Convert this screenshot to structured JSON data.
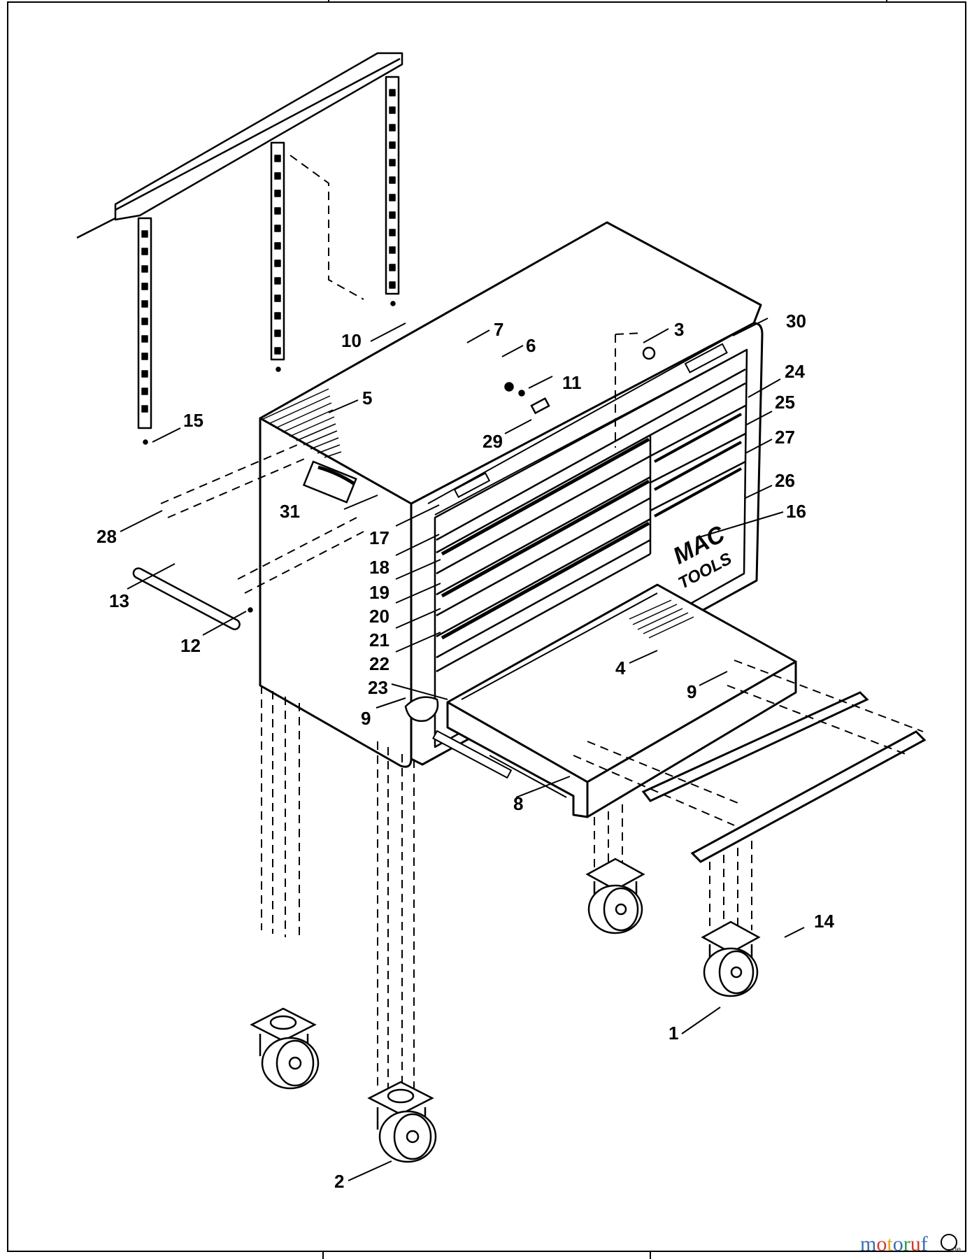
{
  "diagram": {
    "callouts": [
      {
        "id": "1",
        "label": "1"
      },
      {
        "id": "2",
        "label": "2"
      },
      {
        "id": "3",
        "label": "3"
      },
      {
        "id": "4",
        "label": "4"
      },
      {
        "id": "5",
        "label": "5"
      },
      {
        "id": "6",
        "label": "6"
      },
      {
        "id": "7",
        "label": "7"
      },
      {
        "id": "8",
        "label": "8"
      },
      {
        "id": "9a",
        "label": "9"
      },
      {
        "id": "9b",
        "label": "9"
      },
      {
        "id": "10",
        "label": "10"
      },
      {
        "id": "11",
        "label": "11"
      },
      {
        "id": "12",
        "label": "12"
      },
      {
        "id": "13",
        "label": "13"
      },
      {
        "id": "14",
        "label": "14"
      },
      {
        "id": "15",
        "label": "15"
      },
      {
        "id": "16",
        "label": "16"
      },
      {
        "id": "17",
        "label": "17"
      },
      {
        "id": "18",
        "label": "18"
      },
      {
        "id": "19",
        "label": "19"
      },
      {
        "id": "20",
        "label": "20"
      },
      {
        "id": "21",
        "label": "21"
      },
      {
        "id": "22",
        "label": "22"
      },
      {
        "id": "23",
        "label": "23"
      },
      {
        "id": "24",
        "label": "24"
      },
      {
        "id": "25",
        "label": "25"
      },
      {
        "id": "26",
        "label": "26"
      },
      {
        "id": "27",
        "label": "27"
      },
      {
        "id": "28",
        "label": "28"
      },
      {
        "id": "29",
        "label": "29"
      },
      {
        "id": "30",
        "label": "30"
      },
      {
        "id": "31",
        "label": "31"
      }
    ],
    "logo": {
      "line1": "MAC",
      "line2": "TOOLS"
    }
  },
  "watermark": {
    "text": "motoruf",
    "suffix": "de",
    "colors": [
      "#3a6fb0",
      "#d33a2c",
      "#e8a317",
      "#3a6fb0",
      "#2e9b46",
      "#d33a2c",
      "#3a6fb0"
    ]
  }
}
